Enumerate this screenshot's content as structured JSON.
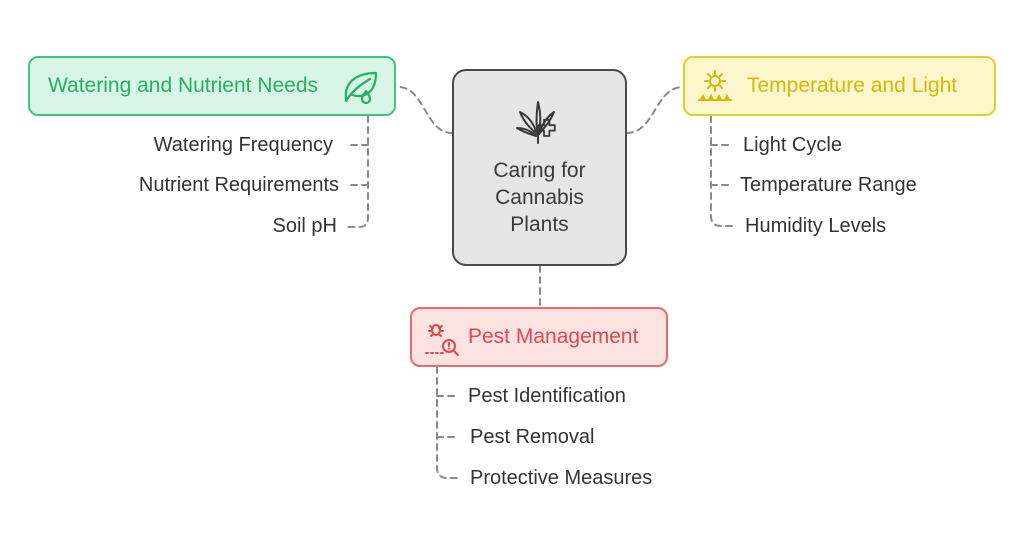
{
  "center": {
    "lines": [
      "Caring for",
      "Cannabis",
      "Plants"
    ],
    "icon": "cannabis-leaf-plus-icon"
  },
  "watering": {
    "label": "Watering and Nutrient Needs",
    "icon": "leaf-drop-icon",
    "color": "#23b165",
    "items": [
      "Watering Frequency",
      "Nutrient Requirements",
      "Soil pH"
    ]
  },
  "temperature": {
    "label": "Temperature and Light",
    "icon": "sun-grass-icon",
    "color": "#d8b806",
    "items": [
      "Light Cycle",
      "Temperature Range",
      "Humidity Levels"
    ]
  },
  "pest": {
    "label": "Pest Management",
    "icon": "bug-search-icon",
    "color": "#e0494d",
    "items": [
      "Pest Identification",
      "Pest Removal",
      "Protective Measures"
    ]
  }
}
